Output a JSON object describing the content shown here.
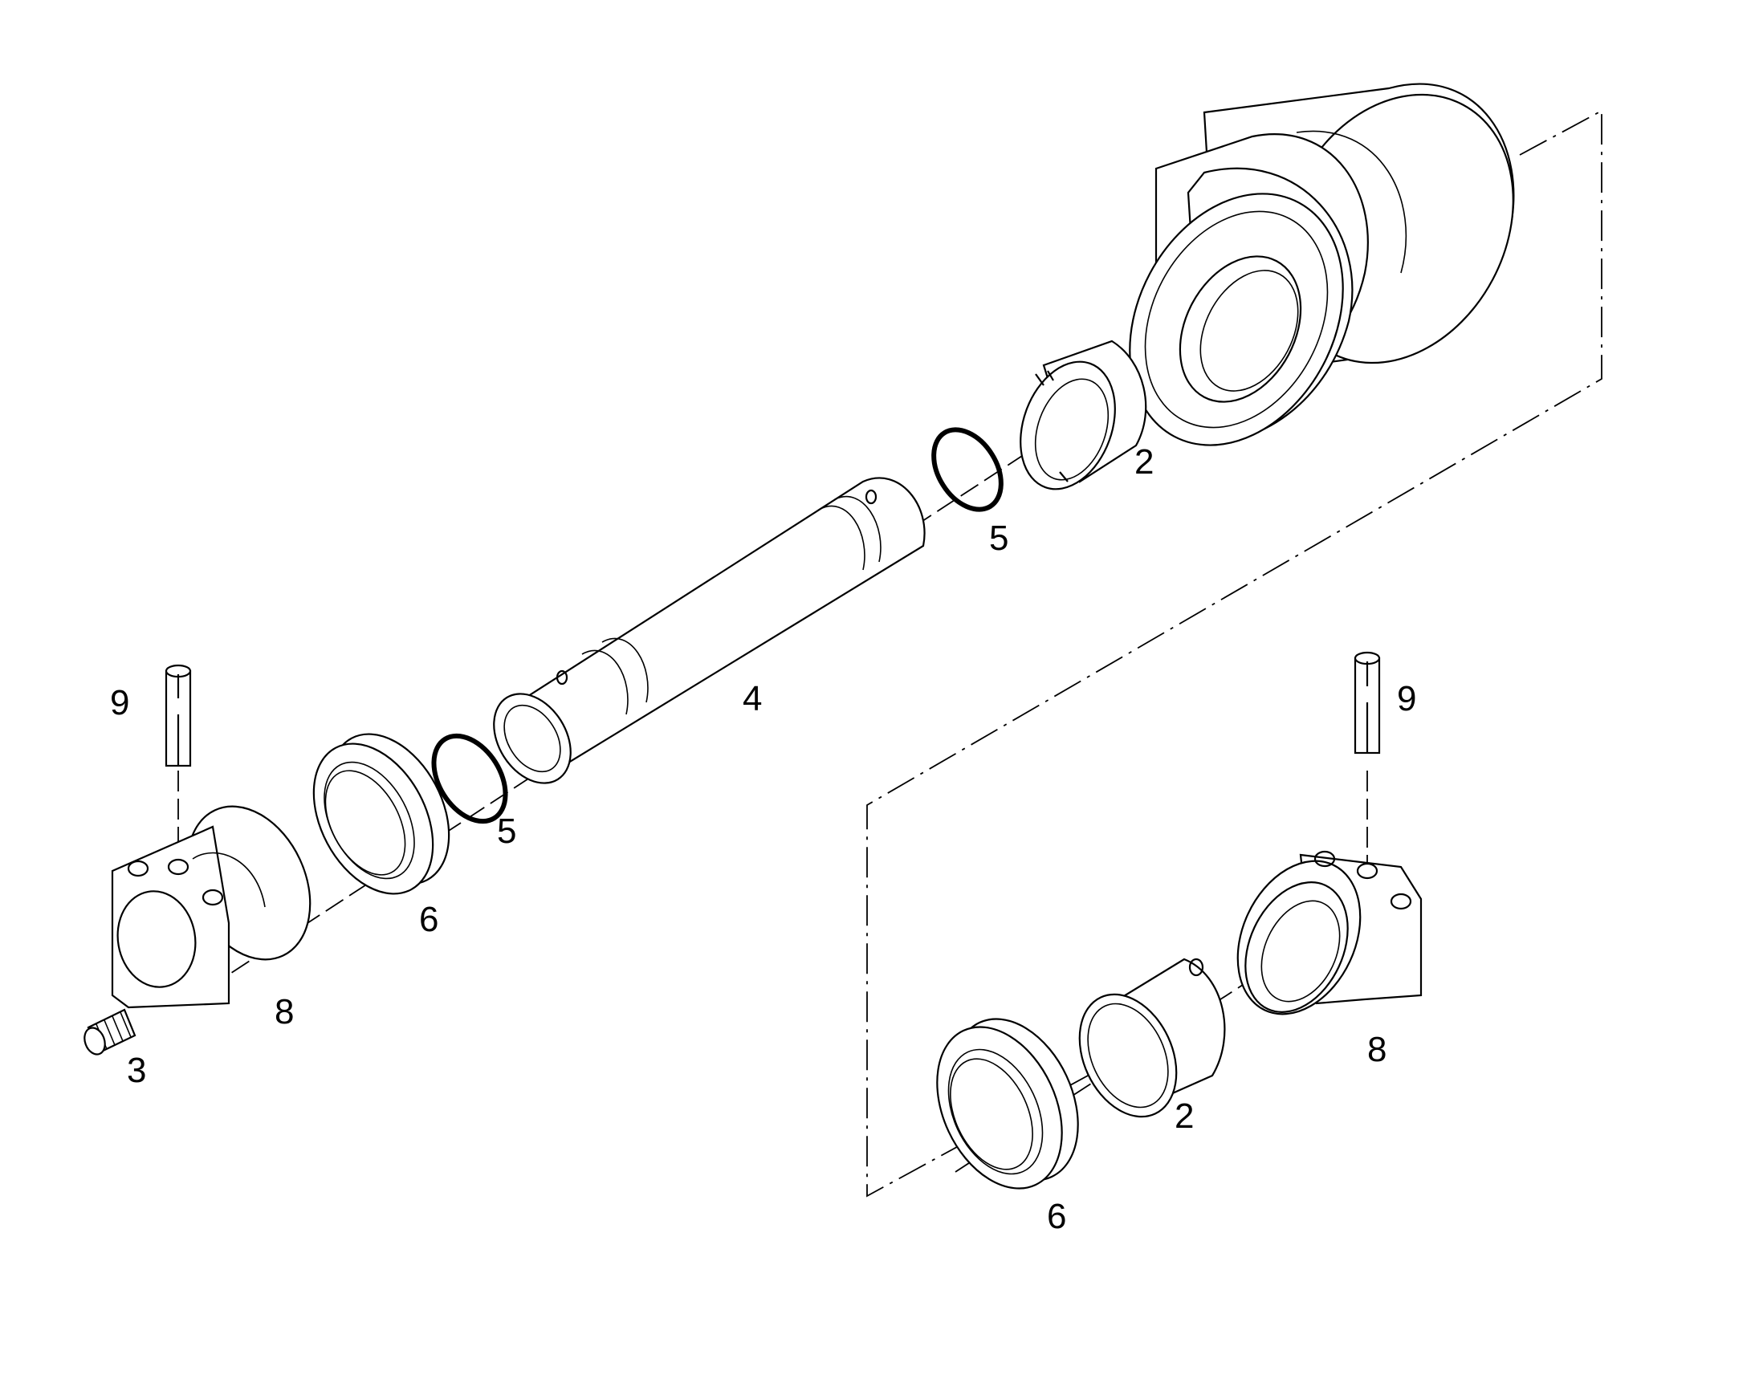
{
  "callouts": {
    "c2_top": "2",
    "c5_top": "5",
    "c4": "4",
    "c9_left": "9",
    "c5_mid": "5",
    "c6_left": "6",
    "c8_left": "8",
    "c3": "3",
    "c9_right": "9",
    "c8_right": "8",
    "c2_bottom": "2",
    "c6_bottom": "6"
  }
}
